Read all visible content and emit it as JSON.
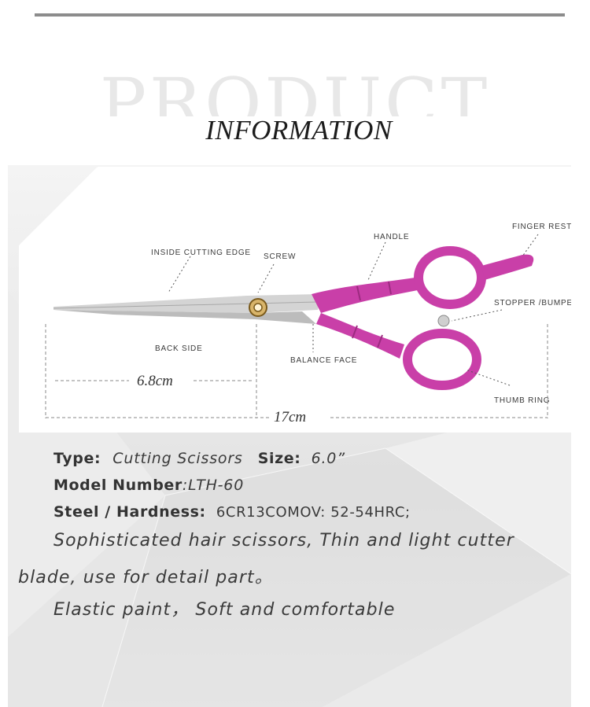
{
  "header": {
    "watermark": "PRODUCT",
    "title": "INFORMATION"
  },
  "diagram": {
    "labels": {
      "inside_cutting_edge": "INSIDE CUTTING EDGE",
      "screw": "SCREW",
      "handle": "HANDLE",
      "finger_rest": "FINGER REST",
      "stopper": "STOPPER /BUMPER",
      "back_side": "BACK SIDE",
      "balance_face": "BALANCE FACE",
      "thumb_ring": "THUMB RING"
    },
    "dimensions": {
      "blade_length": "6.8cm",
      "total_length": "17cm"
    },
    "colors": {
      "handle": "#c93fa8",
      "handle_dark": "#9c2b80",
      "blade": "#d4d4d4"
    }
  },
  "specs": {
    "type_label": "Type:",
    "type_value": "Cutting Scissors",
    "size_label": "Size:",
    "size_value": "6.0ˮ",
    "model_label": "Model Number",
    "model_value": ":LTH-60",
    "steel_label": "Steel / Hardness:",
    "steel_value": "6CR13COMOV: 52-54HRC;"
  },
  "description": {
    "line1": "Sophisticated hair scissors, Thin and light  cutter",
    "line2": "blade, use for detail part。",
    "line3": "Elastic paint，  Soft and comfortable"
  }
}
